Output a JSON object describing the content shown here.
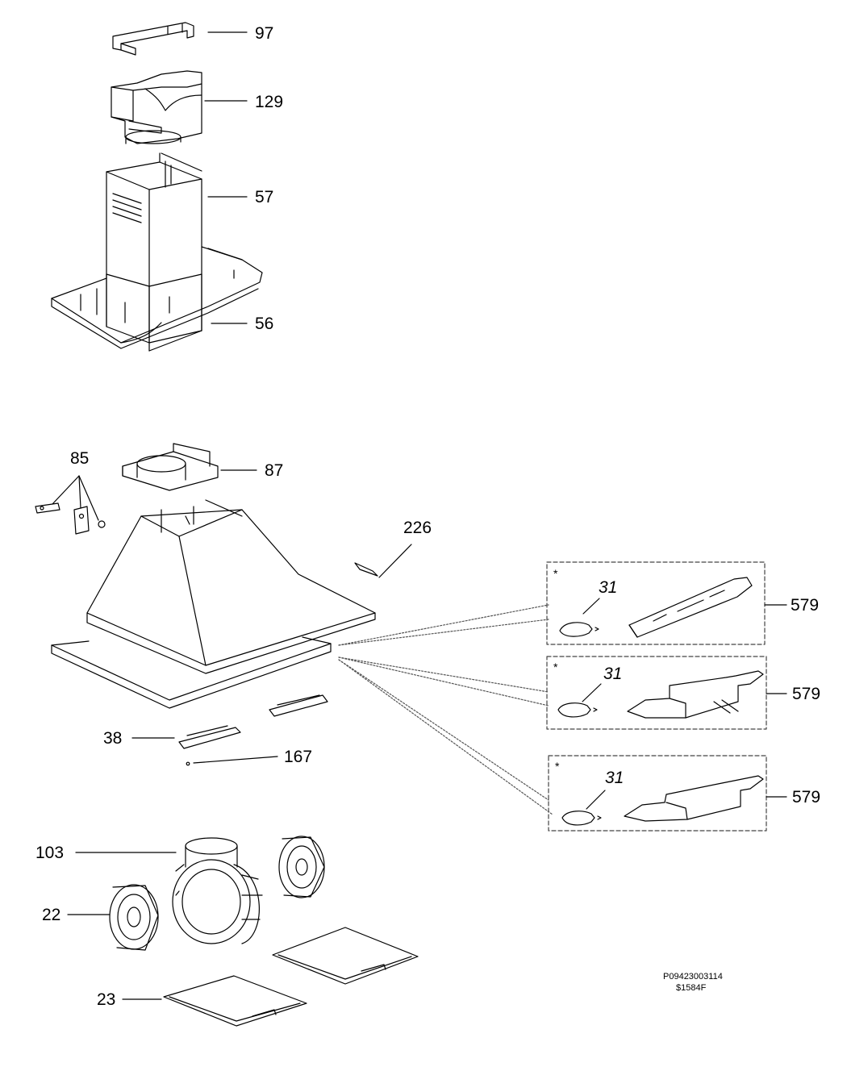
{
  "labels": {
    "p97": "97",
    "p129": "129",
    "p57": "57",
    "p56": "56",
    "p85": "85",
    "p87": "87",
    "p226": "226",
    "p38": "38",
    "p167": "167",
    "p103": "103",
    "p22": "22",
    "p23": "23",
    "p579a": "579",
    "p579b": "579",
    "p579c": "579",
    "p31a": "31",
    "p31b": "31",
    "p31c": "31"
  },
  "asterisk": "*",
  "footer": {
    "code1": "P09423003114",
    "code2": "$1584F"
  },
  "colors": {
    "line": "#000000",
    "background": "#ffffff",
    "dashed": "#444444"
  }
}
